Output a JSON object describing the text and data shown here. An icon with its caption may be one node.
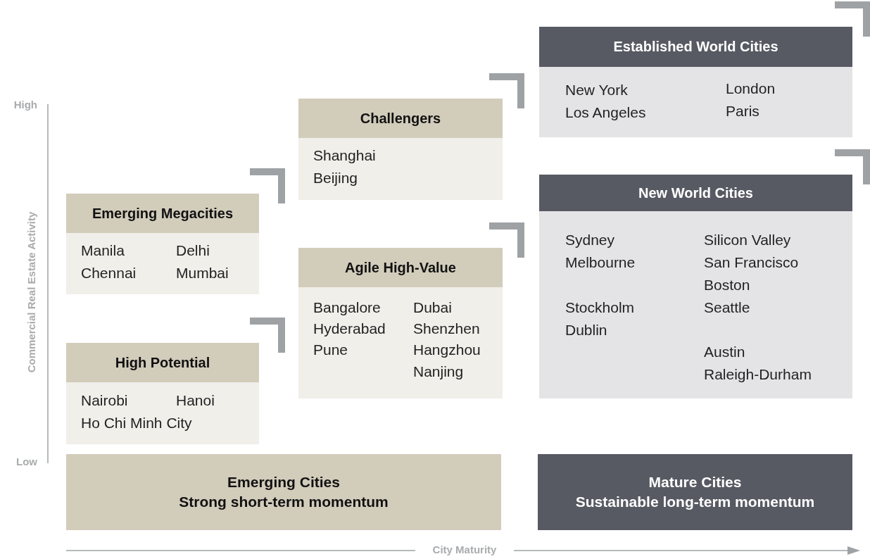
{
  "diagram": {
    "nodes": [
      {
        "text": [
          "Established World Cities",
          "New York",
          "Los Angeles",
          "London",
          "Paris"
        ]
      },
      {
        "text": [
          "Challengers",
          "Shanghai",
          "Beijing"
        ]
      },
      {
        "text": [
          "Emerging Megacities",
          "Manila",
          "Chennai",
          "Delhi",
          "Mumbai"
        ]
      },
      {
        "text": [
          "New World Cities",
          "Sydney",
          "Melbourne",
          "Stockholm",
          "Dublin",
          "Silicon Valley",
          "San Francisco",
          "Boston",
          "Seattle",
          "Austin",
          "Raleigh-Durham"
        ]
      },
      {
        "text": [
          "Agile High-Value",
          "Bangalore",
          "Hyderabad",
          "Pune",
          "Dubai",
          "Shenzhen",
          "Hangzhou",
          "Nanjing"
        ]
      },
      {
        "text": [
          "High Potential",
          "Nairobi",
          "Ho Chi Minh City",
          "Hanoi"
        ]
      },
      {
        "text": [
          "Emerging Cities",
          "Strong short-term momentum"
        ]
      },
      {
        "text": [
          "Mature Cities",
          "Sustainable long-term momentum"
        ]
      }
    ],
    "labels": [
      "High",
      "Commercial Real Estate Activity",
      "Low",
      "City Maturity"
    ]
  }
}
